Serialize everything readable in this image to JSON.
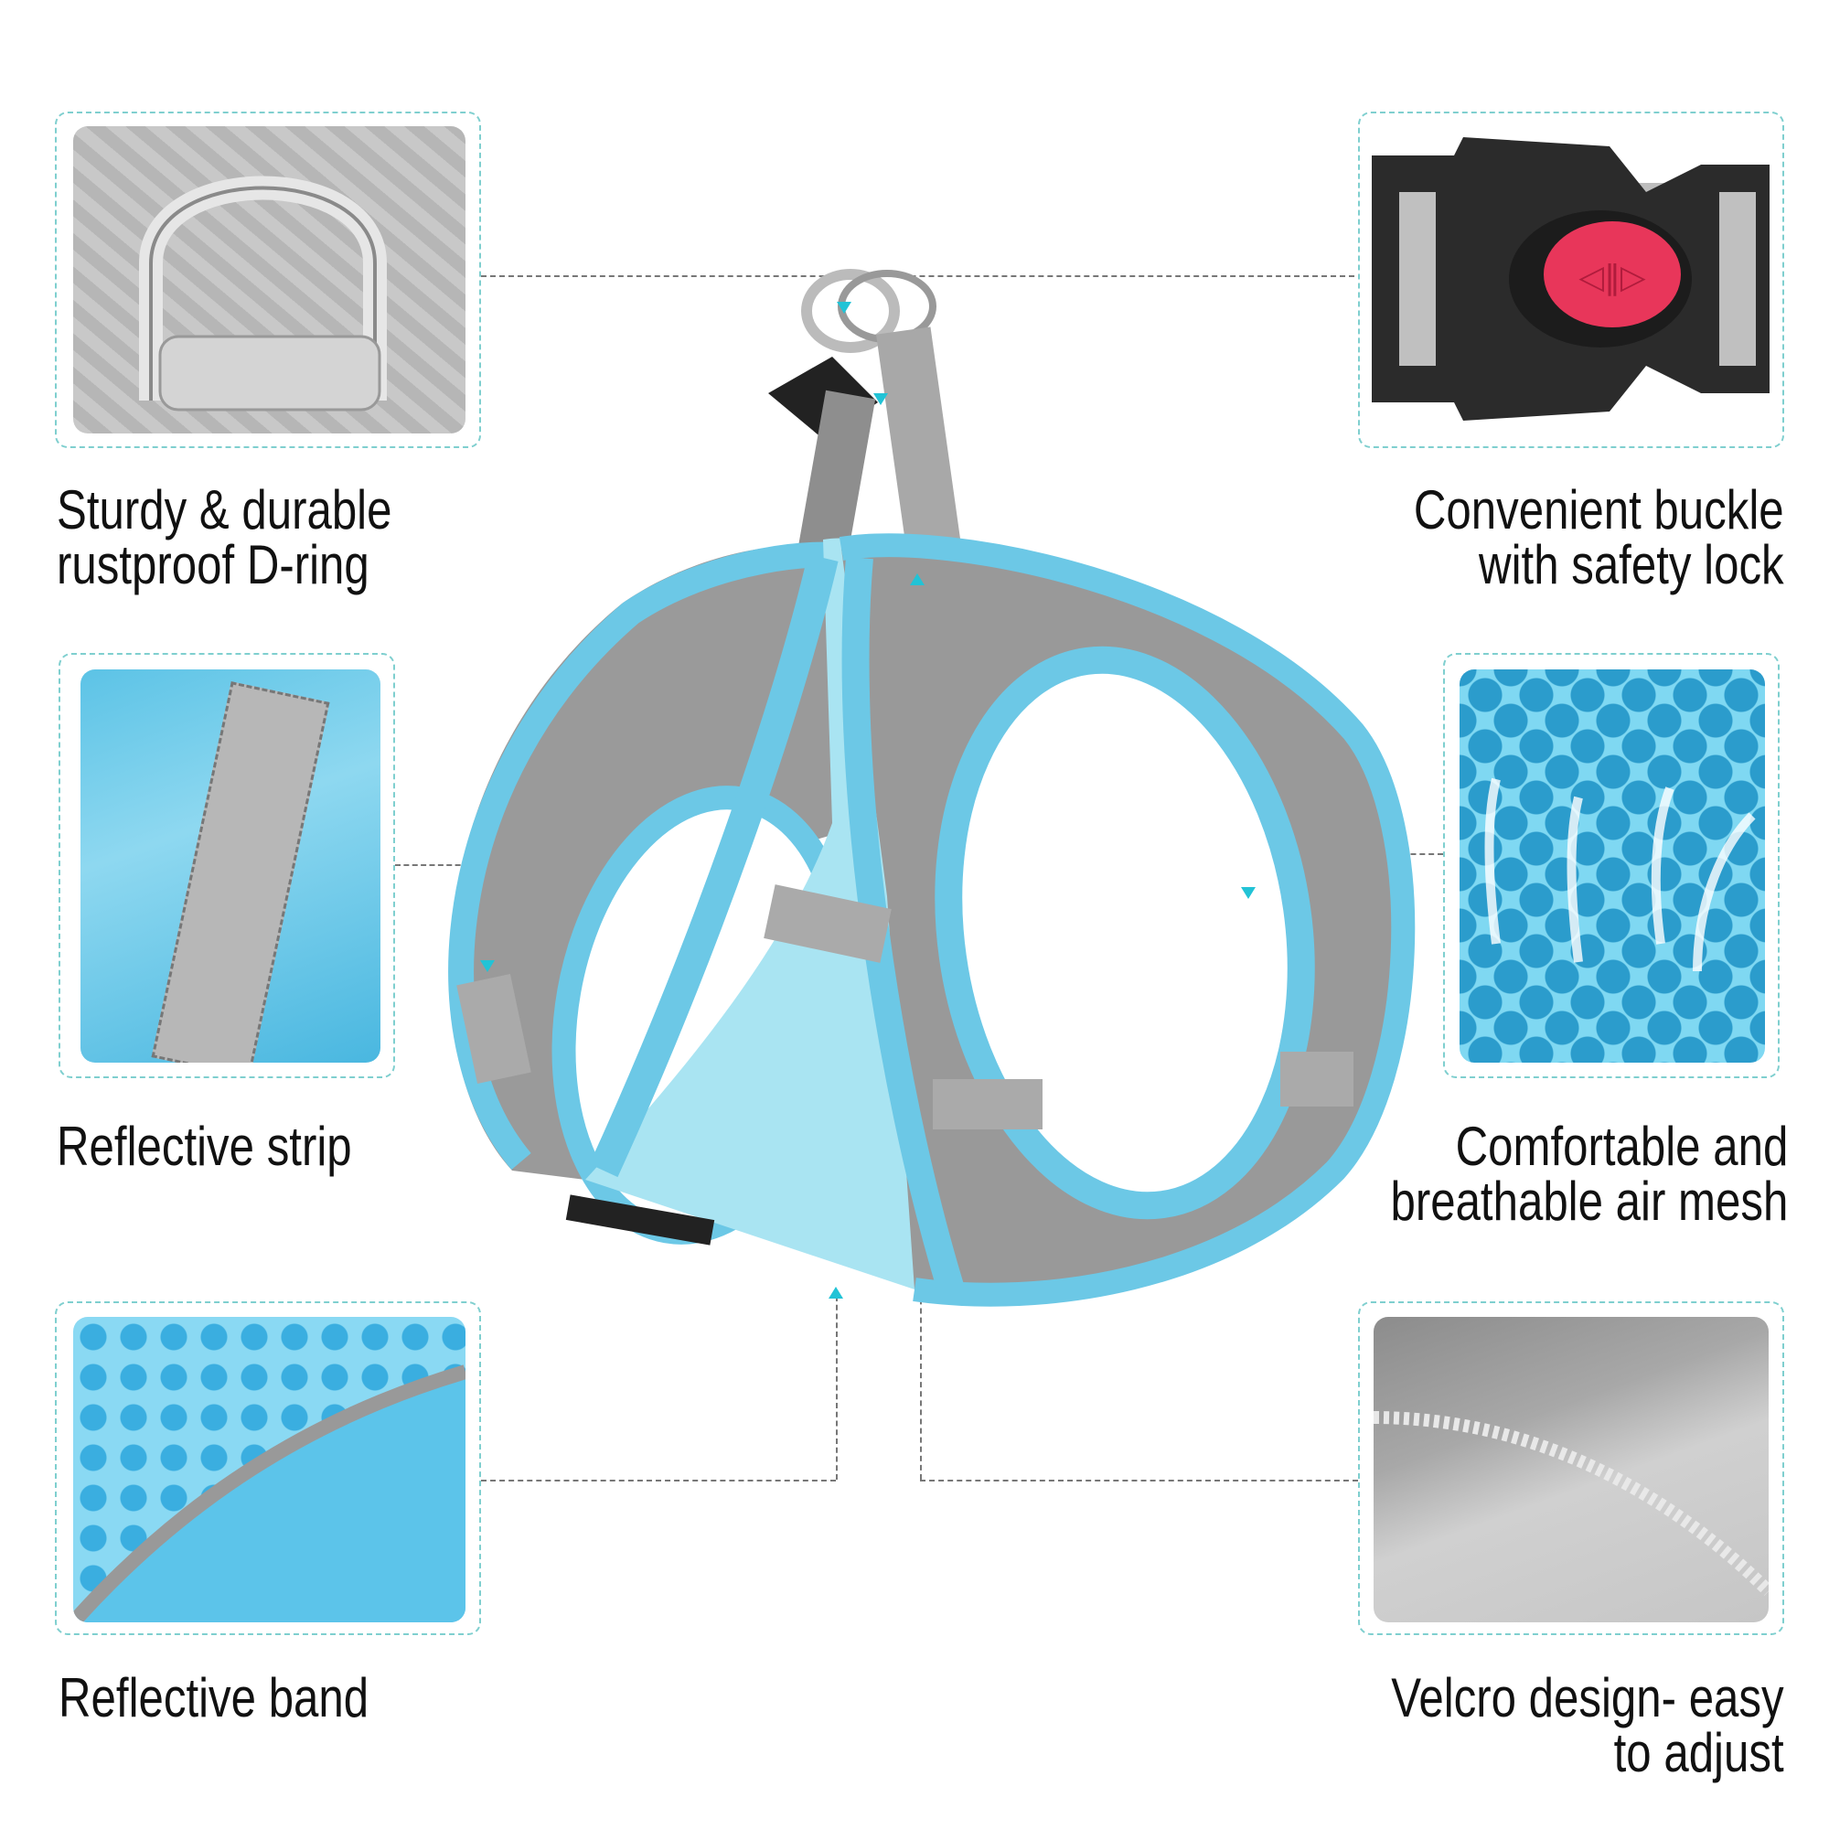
{
  "features": [
    {
      "id": "d-ring",
      "lines": [
        "Sturdy & durable",
        "rustproof D-ring"
      ]
    },
    {
      "id": "buckle",
      "lines": [
        "Convenient buckle",
        "with safety lock"
      ]
    },
    {
      "id": "reflective-strip",
      "lines": [
        "Reflective strip"
      ]
    },
    {
      "id": "air-mesh",
      "lines": [
        "Comfortable and",
        "breathable air mesh"
      ]
    },
    {
      "id": "reflective-band",
      "lines": [
        "Reflective band"
      ]
    },
    {
      "id": "velcro",
      "lines": [
        "Velcro design- easy",
        "to adjust"
      ]
    }
  ],
  "colors": {
    "harness_blue": "#6cc8e6",
    "mesh_gray": "#9a9a9a",
    "buckle_button": "#e8365a",
    "frame_dash": "#7fcfcf",
    "pointer": "#22c3d6"
  }
}
